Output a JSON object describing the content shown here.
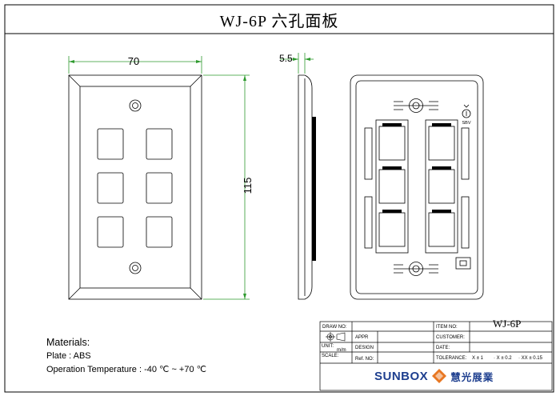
{
  "title": "WJ-6P 六孔面板",
  "dimensions": {
    "width": "70",
    "height": "115",
    "depth": "5.5"
  },
  "rear_label": "SBV",
  "materials": {
    "heading": "Materials:",
    "plate": "Plate : ABS",
    "operation_temperature": "Operation Temperature : -40 ℃ ~ +70 ℃"
  },
  "title_block": {
    "draw_no": "DRAW NO:",
    "appr": "APPR",
    "unit": "UNIT:",
    "unit_value": "m/m",
    "design": "DESIGN",
    "scale": "SCALE:",
    "ref_no": "Ref. NO:",
    "item_no": "ITEM NO:",
    "item_value": "WJ-6P",
    "customer": "CUSTOMER:",
    "date": "DATE:",
    "tolerance": "TOLERANCE:",
    "tol_1": "X ± 1",
    "tol_2": "· X ± 0.2",
    "tol_3": "· XX ± 0.15"
  },
  "brand": {
    "name": "SUNBOX",
    "chinese": "慧光展業",
    "accent": "#e87722",
    "color": "#1e3f8f"
  },
  "colors": {
    "dimension_line": "#2e9a2e",
    "outline": "#000000"
  }
}
